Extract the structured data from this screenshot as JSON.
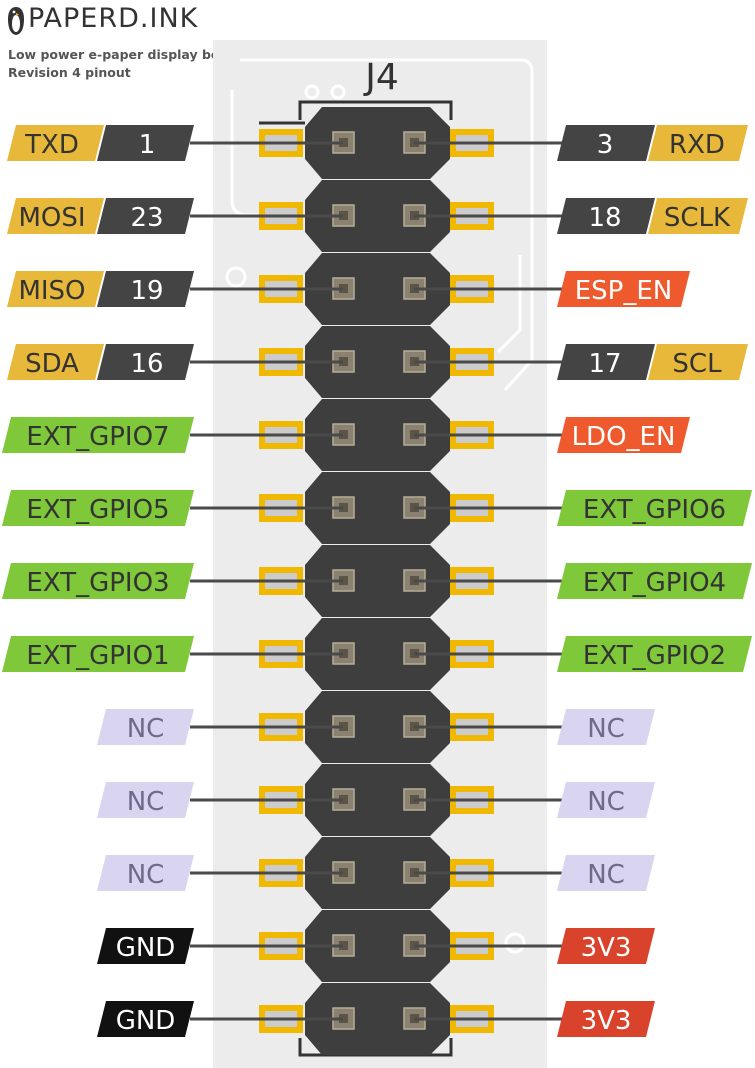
{
  "brand": {
    "name": "PAPERD.INK",
    "logo_icon": "penguin-icon"
  },
  "subtitle_lines": [
    "Low power e-paper display board",
    "Revision 4 pinout"
  ],
  "connector_label": "J4",
  "colors": {
    "uart": "#e8b83a",
    "gpio_number": "#444444",
    "ext_gpio": "#7ec83a",
    "control": "#ee5a2e",
    "nc": "#d9d4ef",
    "nc_text": "#6f6a8a",
    "ground": "#111111",
    "power": "#d9432b",
    "pad": "#f1b800",
    "pad_inner": "#cccccc",
    "header_body": "#3e3e3e",
    "pin_square": "#8a8170",
    "board": "#ececec"
  },
  "rows": [
    {
      "left": {
        "pin": "1",
        "name": "TXD",
        "kind": "uart"
      },
      "right": {
        "pin": "3",
        "name": "RXD",
        "kind": "uart"
      }
    },
    {
      "left": {
        "pin": "23",
        "name": "MOSI",
        "kind": "uart"
      },
      "right": {
        "pin": "18",
        "name": "SCLK",
        "kind": "uart"
      }
    },
    {
      "left": {
        "pin": "19",
        "name": "MISO",
        "kind": "uart"
      },
      "right": {
        "pin": "",
        "name": "ESP_EN",
        "kind": "control"
      }
    },
    {
      "left": {
        "pin": "16",
        "name": "SDA",
        "kind": "uart"
      },
      "right": {
        "pin": "17",
        "name": "SCL",
        "kind": "uart"
      }
    },
    {
      "left": {
        "pin": "",
        "name": "EXT_GPIO7",
        "kind": "ext_gpio"
      },
      "right": {
        "pin": "",
        "name": "LDO_EN",
        "kind": "control"
      }
    },
    {
      "left": {
        "pin": "",
        "name": "EXT_GPIO5",
        "kind": "ext_gpio"
      },
      "right": {
        "pin": "",
        "name": "EXT_GPIO6",
        "kind": "ext_gpio"
      }
    },
    {
      "left": {
        "pin": "",
        "name": "EXT_GPIO3",
        "kind": "ext_gpio"
      },
      "right": {
        "pin": "",
        "name": "EXT_GPIO4",
        "kind": "ext_gpio"
      }
    },
    {
      "left": {
        "pin": "",
        "name": "EXT_GPIO1",
        "kind": "ext_gpio"
      },
      "right": {
        "pin": "",
        "name": "EXT_GPIO2",
        "kind": "ext_gpio"
      }
    },
    {
      "left": {
        "pin": "",
        "name": "NC",
        "kind": "nc"
      },
      "right": {
        "pin": "",
        "name": "NC",
        "kind": "nc"
      }
    },
    {
      "left": {
        "pin": "",
        "name": "NC",
        "kind": "nc"
      },
      "right": {
        "pin": "",
        "name": "NC",
        "kind": "nc"
      }
    },
    {
      "left": {
        "pin": "",
        "name": "NC",
        "kind": "nc"
      },
      "right": {
        "pin": "",
        "name": "NC",
        "kind": "nc"
      }
    },
    {
      "left": {
        "pin": "",
        "name": "GND",
        "kind": "ground"
      },
      "right": {
        "pin": "",
        "name": "3V3",
        "kind": "power"
      }
    },
    {
      "left": {
        "pin": "",
        "name": "GND",
        "kind": "ground"
      },
      "right": {
        "pin": "",
        "name": "3V3",
        "kind": "power"
      }
    }
  ]
}
